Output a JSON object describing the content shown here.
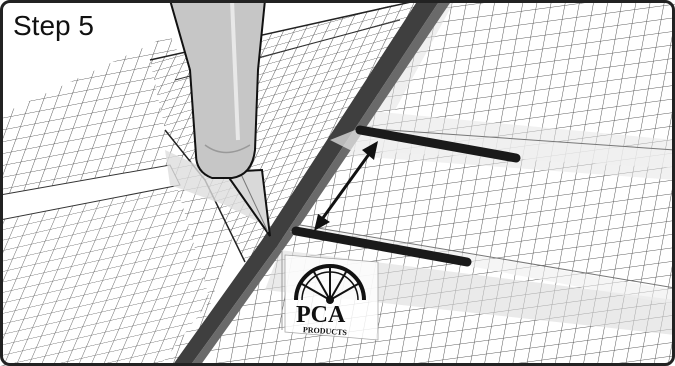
{
  "caption": {
    "step": "Step 5"
  },
  "logo": {
    "letters": "PCA",
    "word": "PRODUCTS"
  },
  "colors": {
    "line": "#1a1a1a",
    "grid": "#555555",
    "gutter": "#444444",
    "blade": "#cfcfcf",
    "handle": "#c4c4c4",
    "shadow": "#d9d9d9"
  },
  "icons": [
    "utility-knife-icon",
    "double-arrow-icon",
    "pca-logo-icon"
  ]
}
